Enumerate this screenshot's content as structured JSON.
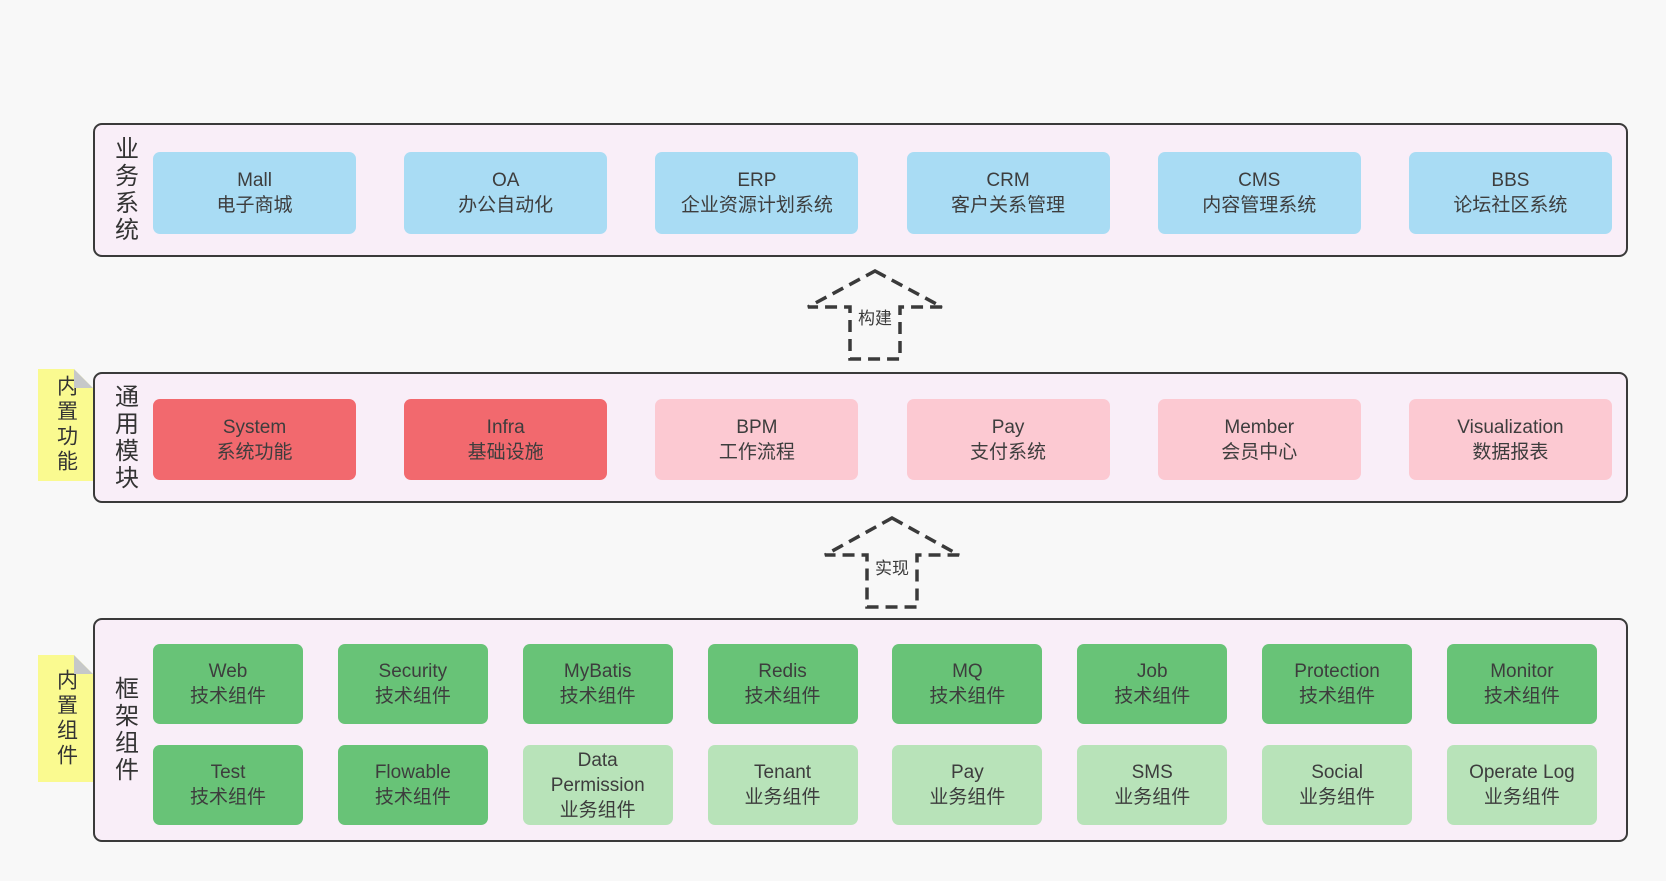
{
  "layers": {
    "business": {
      "label": "业务系统",
      "boxes": [
        {
          "en": "Mall",
          "cn": "电子商城"
        },
        {
          "en": "OA",
          "cn": "办公自动化"
        },
        {
          "en": "ERP",
          "cn": "企业资源计划系统"
        },
        {
          "en": "CRM",
          "cn": "客户关系管理"
        },
        {
          "en": "CMS",
          "cn": "内容管理系统"
        },
        {
          "en": "BBS",
          "cn": "论坛社区系统"
        }
      ]
    },
    "modules": {
      "label": "通用模块",
      "note": "内置功能",
      "boxes": [
        {
          "en": "System",
          "cn": "系统功能"
        },
        {
          "en": "Infra",
          "cn": "基础设施"
        },
        {
          "en": "BPM",
          "cn": "工作流程"
        },
        {
          "en": "Pay",
          "cn": "支付系统"
        },
        {
          "en": "Member",
          "cn": "会员中心"
        },
        {
          "en": "Visualization",
          "cn": "数据报表"
        }
      ]
    },
    "components": {
      "label": "框架组件",
      "note": "内置组件",
      "row1": [
        {
          "en": "Web",
          "cn": "技术组件"
        },
        {
          "en": "Security",
          "cn": "技术组件"
        },
        {
          "en": "MyBatis",
          "cn": "技术组件"
        },
        {
          "en": "Redis",
          "cn": "技术组件"
        },
        {
          "en": "MQ",
          "cn": "技术组件"
        },
        {
          "en": "Job",
          "cn": "技术组件"
        },
        {
          "en": "Protection",
          "cn": "技术组件"
        },
        {
          "en": "Monitor",
          "cn": "技术组件"
        }
      ],
      "row2": [
        {
          "en": "Test",
          "cn": "技术组件"
        },
        {
          "en": "Flowable",
          "cn": "技术组件"
        },
        {
          "en": "Data Permission",
          "cn": "业务组件"
        },
        {
          "en": "Tenant",
          "cn": "业务组件"
        },
        {
          "en": "Pay",
          "cn": "业务组件"
        },
        {
          "en": "SMS",
          "cn": "业务组件"
        },
        {
          "en": "Social",
          "cn": "业务组件"
        },
        {
          "en": "Operate Log",
          "cn": "业务组件"
        }
      ]
    }
  },
  "arrows": [
    {
      "label": "构建"
    },
    {
      "label": "实现"
    }
  ],
  "colors": {
    "page_bg": "#f8f8f8",
    "layer_bg": "#f9eef8",
    "layer_border": "#3a3a3a",
    "node_blue": "#a9dcf4",
    "node_red": "#f2696e",
    "node_pink": "#fcc9d2",
    "node_green": "#68c377",
    "node_light_green": "#b8e3b9",
    "note_yellow": "#fafa90",
    "note_fold_gray": "#c6c8c9",
    "text": "#3a3a3a"
  }
}
